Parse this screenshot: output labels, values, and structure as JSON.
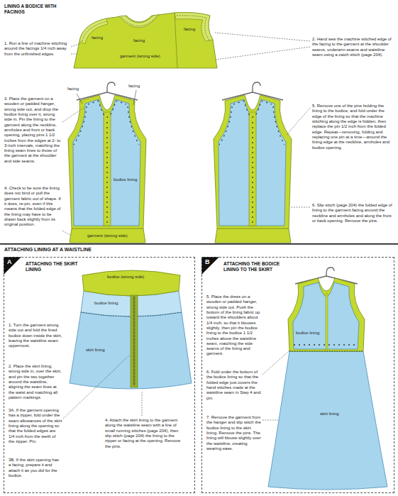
{
  "diagram": {
    "title": "LINING A BODICE WITH FACINGS",
    "nodes": [
      {
        "text": [
          "A",
          "ATTACHING THE SKIRT LINING",
          "1. Turn the garment wrong side out and fold the lined bodice down inside the skirt, leaving the waistline seam uppermost.",
          "2. Place the skirt lining, wrong side in, over the skirt, and pin the two together around the waistline, aligning the seam lines at the waist and matching all pattern markings.",
          "3A. If the garment opening has a zipper, fold under the seam allowances of the skirt lining along the opening so that the folded edges are 1/4 inch from the teeth of the zipper. Pin.",
          "3B. If the skirt opening has a facing, prepare it and attach it as you did for the bodice.",
          "4. Attach the skirt lining to the garment along the waistline seam with a line of small running stitches (page 204), then slip stitch (page 204) the lining to the zipper or facing at the opening. Remove the pins."
        ]
      },
      {
        "text": [
          "B",
          "ATTACHING THE BODICE LINING TO THE SKIRT",
          "5. Place the dress on a wooden or padded hanger, wrong side out. Push the bottom of the lining fabric up toward the shoulders about 1/4 inch, so that it blouses slightly, then pin the bodice lining to the bodice 1 1/2 inches above the waistline seam, matching the side seams of the lining and garment.",
          "6. Fold under the bottom of the bodice lining so that the folded edge just covers the hand stitches made at the waistline seam in Step 4 and pin.",
          "7. Remove the garment from the hanger and slip stitch the bodice lining to the skirt lining. Remove the pins. The lining will blouse slightly over the waistline, creating wearing ease."
        ]
      }
    ],
    "labels": [
      "1. Run a line of machine stitching around the facings 1/4 inch away from the unfinished edges.",
      "facing",
      "facing",
      "facing",
      "garment (wrong side)",
      "2. Hand sew the machine stitched edge of the facing to the garment at the shoulder seams, underarm seams and waistline seam using a catch stitch (page 204).",
      "3. Place the garment on a wooden or padded hanger, wrong side out, and drop the bodice lining over it, wrong side in. Pin the lining to the garment along the neckline, armholes and front or back opening, placing pins 1 1/2 inches from the edges at 2- to 3-inch intervals, matching the lining seam lines to those of the garment at the shoulder and side seams.",
      "4. Check to be sure the lining does not bind or pull the garment fabric out of shape. If it does, re-pin, even if this means that the folded edge of the lining may have to be drawn back slightly from its original position.",
      "facing",
      "facing",
      "bodice lining",
      "garment (wrong side)",
      "5. Remove one of the pins holding the lining to the bodice, and fold under the edge of the lining so that the machine stitching along the edge is hidden, then replace the pin 1/2 inch from the folded edge. Repeat—removing, folding and replacing one pin at a time—around the lining edge at the neckline, armholes and bodice opening.",
      "6. Slip stitch (page 204) the folded edge of lining to the garment facing around the neckline and armholes and along the front or back opening. Remove the pins.",
      "ATTACHING LINING AT A WAISTLINE",
      "bodice (wrong side)",
      "bodice lining",
      "skirt lining",
      "bodice lining",
      "skirt lining"
    ]
  }
}
